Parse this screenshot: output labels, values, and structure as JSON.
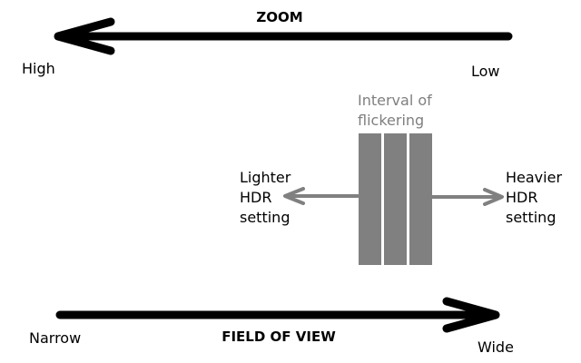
{
  "zoom": {
    "title": "ZOOM",
    "high_label": "High",
    "low_label": "Low"
  },
  "field_of_view": {
    "title": "FIELD OF VIEW",
    "narrow_label": "Narrow",
    "wide_label": "Wide"
  },
  "flicker": {
    "interval_line1": "Interval of",
    "interval_line2": "flickering",
    "bar_count": 3
  },
  "hdr": {
    "lighter_line1": "Lighter",
    "lighter_line2": "HDR",
    "lighter_line3": "setting",
    "heavier_line1": "Heavier",
    "heavier_line2": "HDR",
    "heavier_line3": "setting"
  },
  "colors": {
    "primary_arrow": "#000000",
    "secondary": "#808080",
    "text_gray": "#7f7f7f"
  }
}
